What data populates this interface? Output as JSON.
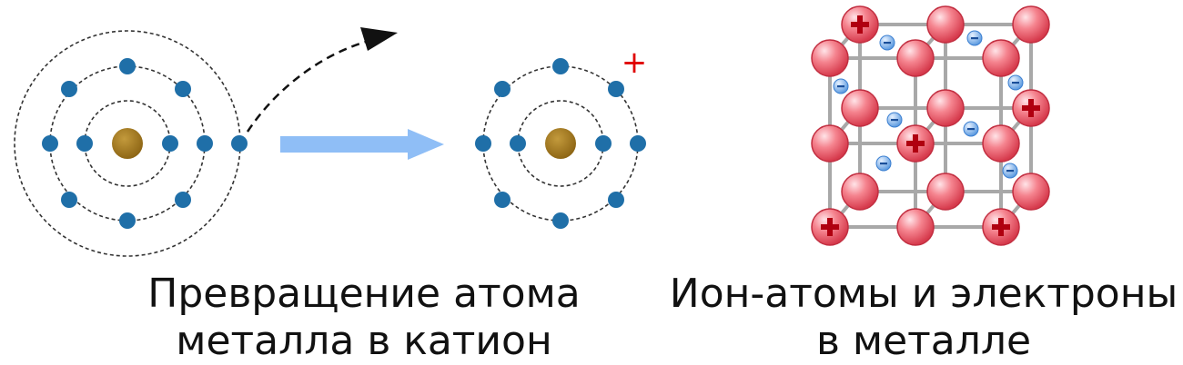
{
  "captions": {
    "left": {
      "line1": "Превращение атома",
      "line2": "металла в катион"
    },
    "right": {
      "line1": "Ион-атомы и электроны",
      "line2": "в металле"
    }
  },
  "symbols": {
    "plus": "+",
    "minus": "−"
  },
  "colors": {
    "electron": "#1f6fa8",
    "nucleus": "#a87d1c",
    "orbit": "#333333",
    "arrow": "#8fbef6",
    "plus_sign": "#e00000",
    "ion_fill": "#f26b78",
    "ion_plus": "#b00010",
    "free_electron": "#6aa7e8",
    "lattice_rod": "#a8a8a8"
  },
  "icons": [
    "atom-icon",
    "cation-icon",
    "transform-arrow-icon",
    "electron-escape-arrow-icon",
    "metal-lattice-icon"
  ]
}
